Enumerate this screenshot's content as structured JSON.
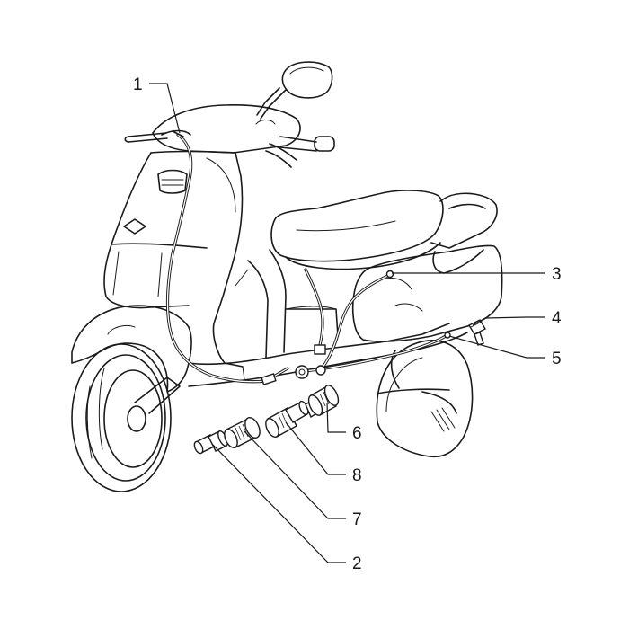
{
  "callouts": [
    {
      "id": "1",
      "label": "1"
    },
    {
      "id": "3",
      "label": "3"
    },
    {
      "id": "4",
      "label": "4"
    },
    {
      "id": "5",
      "label": "5"
    },
    {
      "id": "6",
      "label": "6"
    },
    {
      "id": "8",
      "label": "8"
    },
    {
      "id": "7",
      "label": "7"
    },
    {
      "id": "2",
      "label": "2"
    }
  ]
}
